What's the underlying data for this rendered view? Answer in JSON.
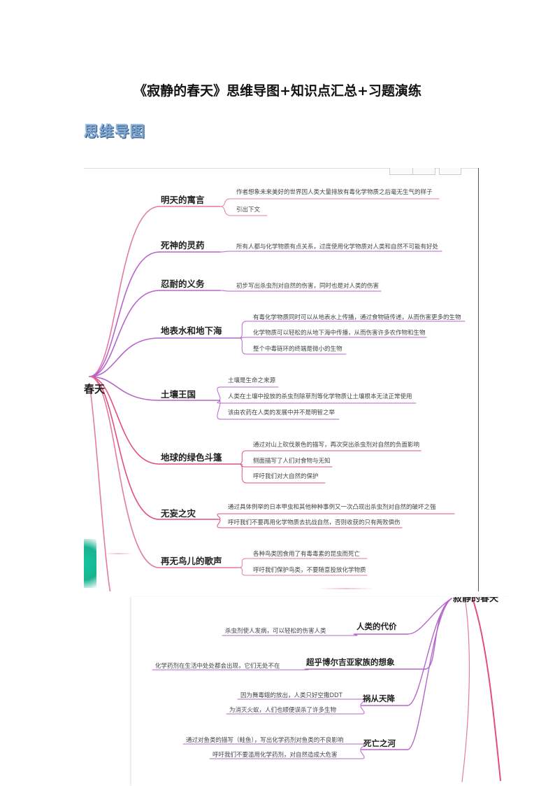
{
  "document": {
    "title": "《寂静的春天》思维导图+知识点汇总+习题演练",
    "section_heading": "思维导图"
  },
  "map1": {
    "root": "春天",
    "branches": [
      {
        "label": "明天的寓言",
        "leaves": [
          "作者想象未来美好的世界因人类大量排放有毒化学物质之后毫无生气的样子",
          "引出下文"
        ]
      },
      {
        "label": "死神的灵药",
        "leaves": [
          "所有人都与化学物质有点关系，过度使用化学物质对人类和自然不可能有好处"
        ]
      },
      {
        "label": "忍耐的义务",
        "leaves": [
          "初步写出杀虫剂对自然的伤害，同时也是对人类的伤害"
        ]
      },
      {
        "label": "地表水和地下海",
        "leaves": [
          "有毒化学物质同时可以从地表水上传播，通过食物链传递，从而伤害更多的生物",
          "化学物质可以轻松的从地下海中传播，从而伤害许多农作物和生物",
          "整个中毒链环的终端是微小的生物"
        ]
      },
      {
        "label": "土壤王国",
        "leaves": [
          "土壤是生命之来源",
          "人类在土壤中投放的杀虫剂除草剂等化学物质让土壤根本无法正常使用",
          "该由农药在人类的发展中并不是明智之举"
        ]
      },
      {
        "label": "地球的绿色斗篷",
        "leaves": [
          "通过对山上砍伐景色的描写，再次突出杀虫剂对自然的负面影响",
          "侧面描写了人们对食物与无知",
          "呼吁我们对大自然的保护"
        ]
      },
      {
        "label": "无妄之灾",
        "leaves": [
          "通过具体例举的日本甲虫和其他种种事例又一次凸现出杀虫剂对自然的破坏之强",
          "呼吁我们不要再用化学物质去抗战自然，否则收获的只有两败俱伤"
        ]
      },
      {
        "label": "再无鸟儿的歌声",
        "leaves": [
          "各种鸟类因食用了有毒毒素的昆虫而死亡",
          "呼吁我们保护鸟类，不要随意投放化学物质"
        ]
      }
    ]
  },
  "map2": {
    "root": "寂静的春天",
    "branches": [
      {
        "label": "人类的代价",
        "leaves": [
          "杀虫剂使人发病，可以轻松的伤害人类"
        ]
      },
      {
        "label": "超乎博尔吉亚家族的想象",
        "leaves": [
          "化学药剂在生活中处处都会出现，它们无处不在"
        ]
      },
      {
        "label": "祸从天降",
        "leaves": [
          "因为舞毒蛾的放出，人类只好空撒DDT",
          "为消灭火蚁，人们也顺便误杀了许多生物"
        ]
      },
      {
        "label": "死亡之河",
        "leaves": [
          "通过对鱼类的描写（鲑鱼），写出化学药剂对鱼类的不良影响",
          "呼吁我们不要滥用化学药剂，对自然造成大危害"
        ]
      }
    ]
  },
  "colors": {
    "branch_pink": "#e47aa6",
    "branch_purple": "#b565c9",
    "branch_red": "#e0507a",
    "heading_blue": "#7fa6d1"
  }
}
